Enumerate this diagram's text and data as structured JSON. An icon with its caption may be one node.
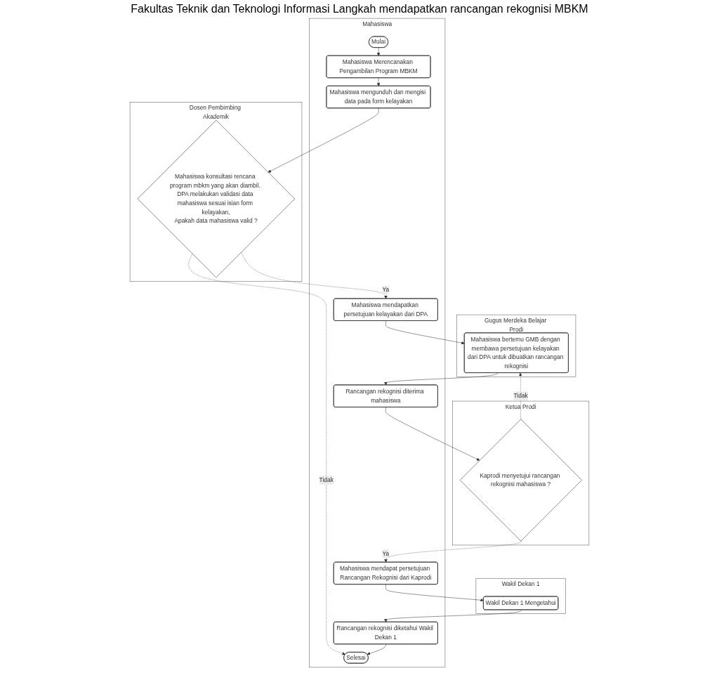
{
  "diagram": {
    "title": "Fakultas Teknik dan Teknologi Informasi Langkah mendapatkan rancangan rekognisi MBKM",
    "nodes": [
      {
        "text": [
          "Mahasiswa"
        ]
      },
      {
        "text": [
          "Dosen Pembimbing Akademik"
        ]
      },
      {
        "text": [
          "Gugus Merdeka Belajar Prodi"
        ]
      },
      {
        "text": [
          "Ketua Prodi"
        ]
      },
      {
        "text": [
          "Wakil Dekan 1"
        ]
      },
      {
        "text": [
          "Mulai"
        ],
        "in": 0
      },
      {
        "text": [
          "Mahasiswa Merencanakan Pengambilan Program MBKM"
        ],
        "in": 0
      },
      {
        "text": [
          "Mahasiswa mengunduh dan mengisi data pada form kelayakan"
        ],
        "in": 0
      },
      {
        "text": [
          "Mahasiswa konsultasi rencana program mbkm yang akan diambil. DPA melakukan validasi data mahasiswa sesuai isian form kelayakan,",
          "Apakah data mahasiswa valid ?"
        ],
        "in": 1
      },
      {
        "text": [
          "Mahasiswa mendapatkan persetujuan kelayakan dari DPA"
        ],
        "in": 0
      },
      {
        "text": [
          "Mahasiswa bertemu GMB dengan membawa persetujuan kelayakan dari DPA untuk dibuatkan rancangan rekognisi"
        ],
        "in": 2
      },
      {
        "text": [
          "Rancangan rekognisi diterima mahasiswa"
        ],
        "in": 0
      },
      {
        "text": [
          "Kaprodi menyetujui rancangan rekognisi mahasiswa ?"
        ],
        "in": 3
      },
      {
        "text": [
          "Mahasiswa mendapat persetujuan Rancangan Rekognisi dari Kaprodi"
        ],
        "in": 0
      },
      {
        "text": [
          "Wakil Dekan 1 Mengetahui"
        ],
        "in": 4
      },
      {
        "text": [
          "Rancangan rekognisi diketahui Wakil Dekan 1"
        ],
        "in": 0
      },
      {
        "text": [
          "Selesai"
        ],
        "in": 0
      }
    ],
    "edges": [
      {
        "from": 5,
        "to": 6,
        "arrow": "to"
      },
      {
        "from": 6,
        "to": 7,
        "arrow": "to"
      },
      {
        "from": 7,
        "to": 8,
        "arrow": "to"
      },
      {
        "from": 8,
        "to": 9,
        "arrow": "to",
        "label": "Ya",
        "style": "dashed"
      },
      {
        "from": 8,
        "to": 16,
        "arrow": "to",
        "label": "Tidak",
        "style": "dashed"
      },
      {
        "from": 9,
        "to": 10,
        "arrow": "to"
      },
      {
        "from": 10,
        "to": 11,
        "arrow": "to"
      },
      {
        "from": 11,
        "to": 12,
        "arrow": "to"
      },
      {
        "from": 12,
        "to": 10,
        "arrow": "to",
        "label": "Tidak",
        "style": "dashed"
      },
      {
        "from": 12,
        "to": 13,
        "arrow": "to",
        "label": "Ya",
        "style": "dashed"
      },
      {
        "from": 13,
        "to": 14,
        "arrow": "to"
      },
      {
        "from": 14,
        "to": 15,
        "arrow": "to"
      },
      {
        "from": 15,
        "to": 16,
        "arrow": "to"
      }
    ]
  }
}
